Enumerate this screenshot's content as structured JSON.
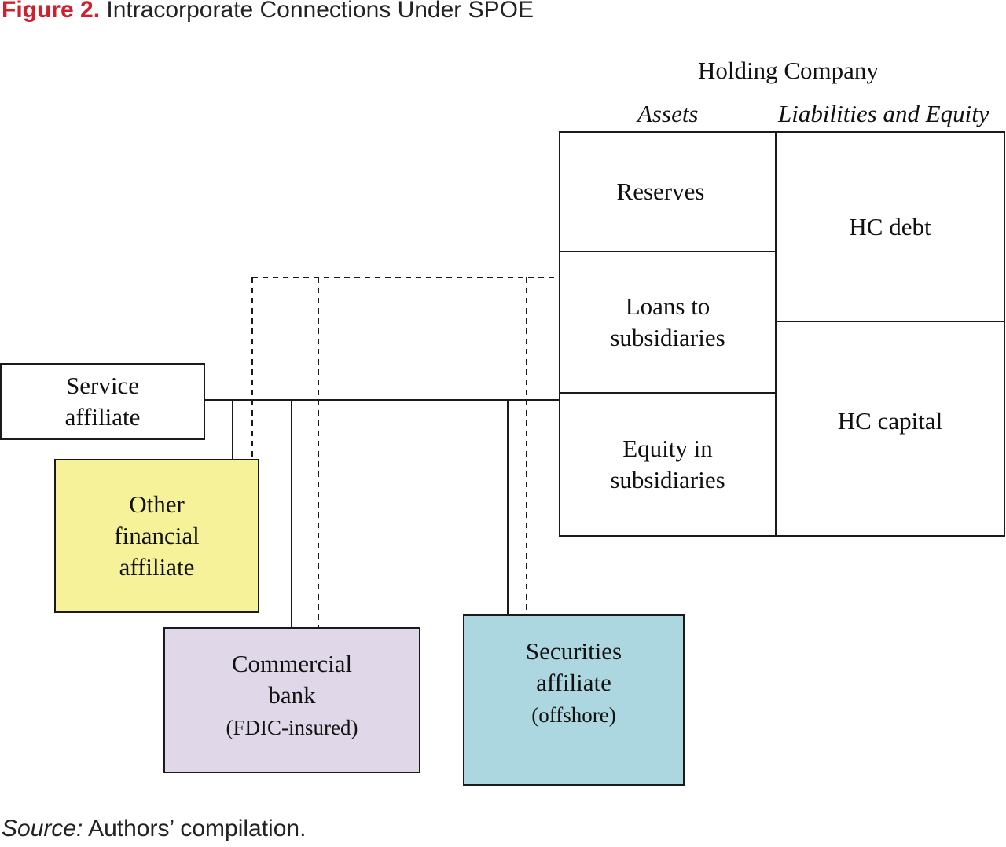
{
  "figure": {
    "number": "Figure 2.",
    "title": "Intracorporate Connections Under SPOE"
  },
  "holding_company": {
    "title": "Holding Company",
    "assets_header": "Assets",
    "liabilities_header": "Liabilities and Equity",
    "assets": {
      "reserves": "Reserves",
      "loans_line1": "Loans to",
      "loans_line2": "subsidiaries",
      "equity_line1": "Equity in",
      "equity_line2": "subsidiaries"
    },
    "liabilities": {
      "debt": "HC debt",
      "capital": "HC capital"
    }
  },
  "affiliates": {
    "service": {
      "line1": "Service",
      "line2": "affiliate"
    },
    "other_financial": {
      "line1": "Other",
      "line2": "financial",
      "line3": "affiliate",
      "color": "#f6f29a"
    },
    "commercial_bank": {
      "line1": "Commercial",
      "line2": "bank",
      "note": "(FDIC-insured)",
      "color": "#e0d8e8"
    },
    "securities": {
      "line1": "Securities",
      "line2": "affiliate",
      "note": "(offshore)",
      "color": "#acd6e0"
    }
  },
  "source": {
    "prefix": "Source:",
    "text": " Authors’ compilation."
  }
}
